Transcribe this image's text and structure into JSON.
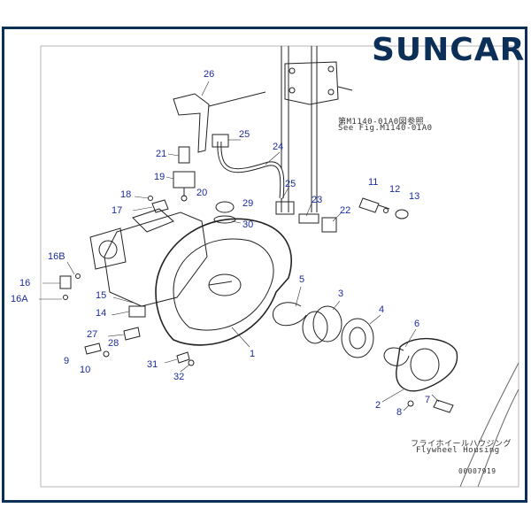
{
  "brand": {
    "logo_text": "SUNCAR"
  },
  "notes": {
    "see_fig_jp": "第M1140-01A0図参照",
    "see_fig_en": "See Fig.M1140-01A0",
    "housing_jp": "フライホイールハウジング",
    "housing_en": "Flywheel Housing",
    "drawing_no": "00007919"
  },
  "callouts": [
    "26",
    "25",
    "24",
    "21",
    "19",
    "18",
    "20",
    "29",
    "17",
    "30",
    "25",
    "23",
    "22",
    "11",
    "12",
    "13",
    "16B",
    "16",
    "16A",
    "15",
    "14",
    "27",
    "28",
    "9",
    "10",
    "31",
    "32",
    "1",
    "5",
    "3",
    "4",
    "6",
    "2",
    "8",
    "7"
  ]
}
